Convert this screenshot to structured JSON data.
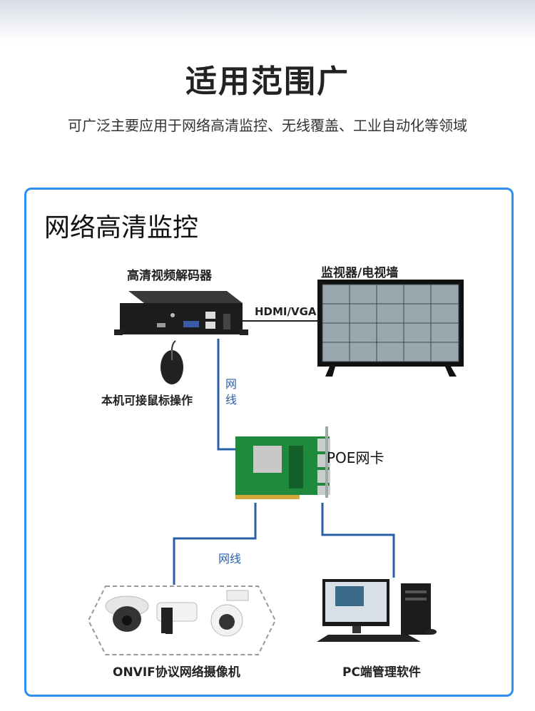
{
  "header": {
    "title": "适用范围广",
    "subtitle": "可广泛主要应用于网络高清监控、无线覆盖、工业自动化等领域"
  },
  "section": {
    "title": "网络高清监控"
  },
  "diagram": {
    "decoder_label": "高清视频解码器",
    "monitor_label": "监视器/电视墙",
    "hdmi_label": "HDMI/VGA",
    "mouse_label": "本机可接鼠标操作",
    "cable_label_1": "网\n线",
    "poe_label": "POE网卡",
    "cable_label_2": "网线",
    "camera_label": "ONVIF协议网络摄像机",
    "pc_label": "PC端管理软件"
  },
  "colors": {
    "frame": "#2f8ef4",
    "cable": "#2a5fa8",
    "board": "#1f8a3c"
  }
}
